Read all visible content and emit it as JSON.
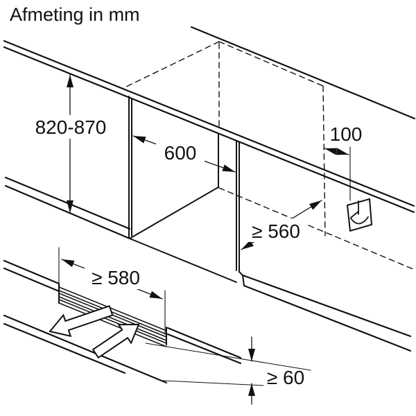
{
  "title": "Afmeting in mm",
  "colors": {
    "line": "#111111",
    "background": "#ffffff"
  },
  "main_diagram": {
    "height_range_label": "820-870",
    "niche_width_label": "600",
    "socket_offset_label": "100",
    "niche_depth_label": "≥ 560",
    "icons": [
      "socket-icon"
    ]
  },
  "plinth_detail": {
    "recess_width_label": "≥ 580",
    "plinth_gap_label": "≥ 60",
    "icons": [
      "airflow-out-arrow",
      "airflow-in-arrow"
    ]
  }
}
